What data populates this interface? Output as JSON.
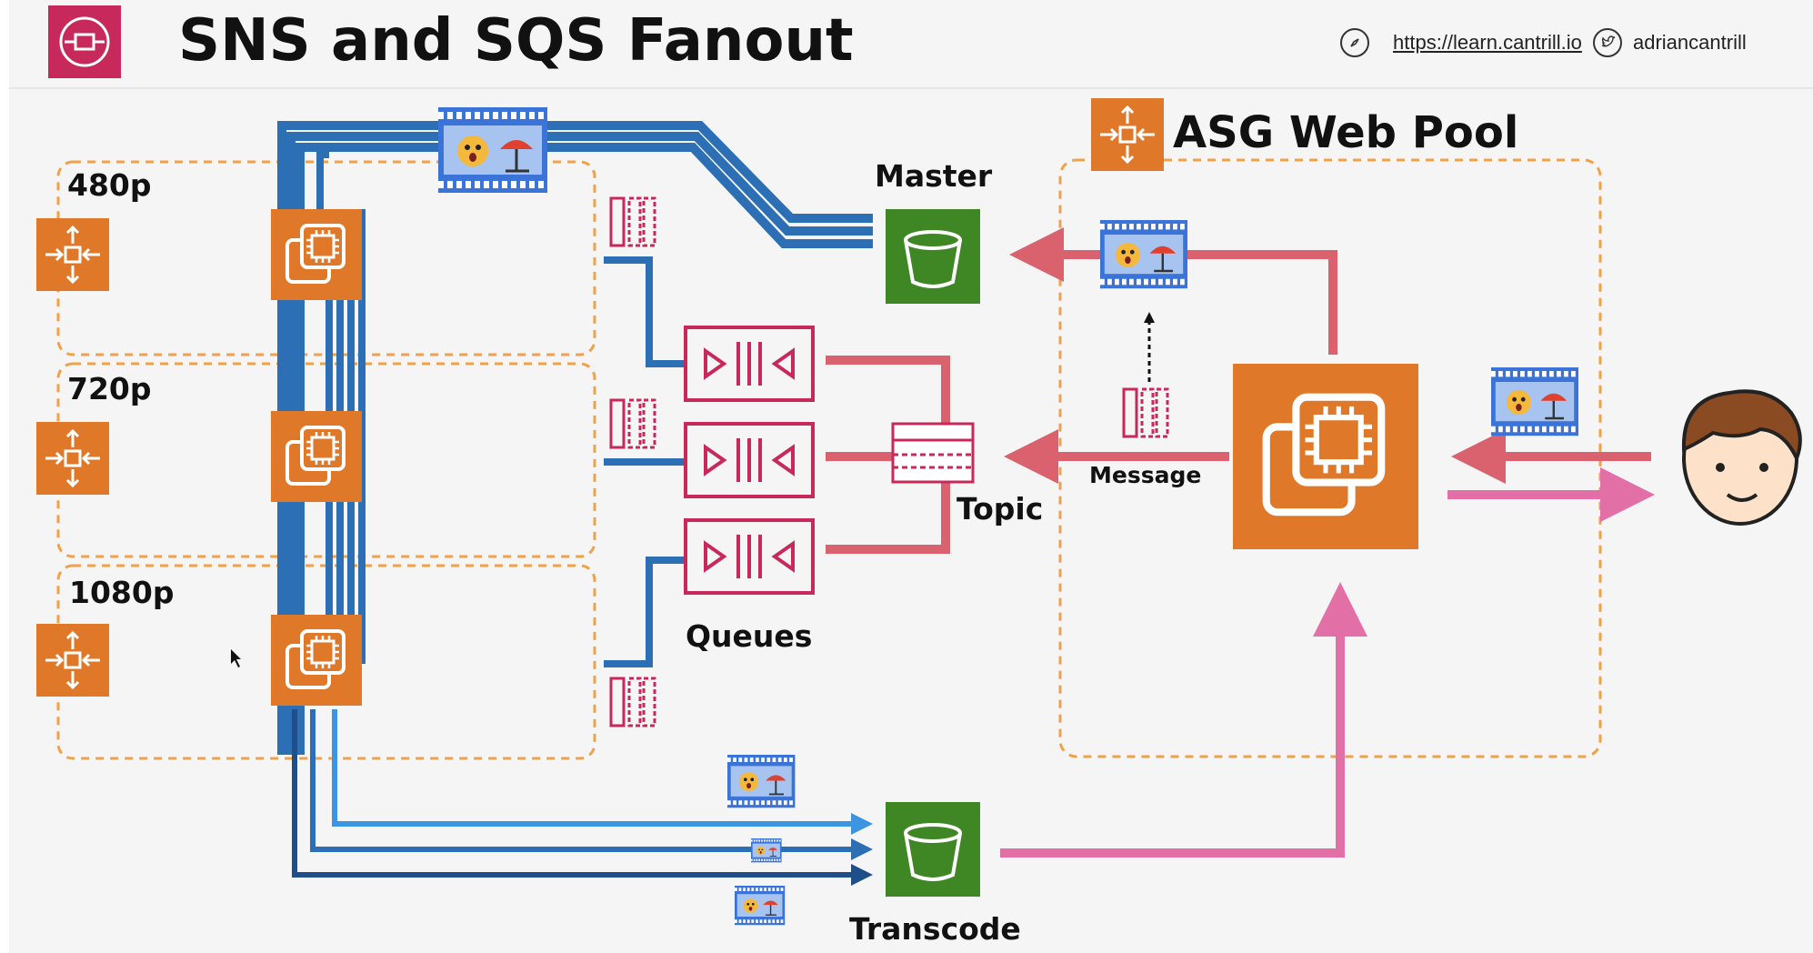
{
  "header": {
    "title": "SNS and SQS Fanout",
    "url": "https://learn.cantrill.io",
    "twitter": "adriancantrill",
    "compass_icon": "compass-icon",
    "twitter_icon": "twitter-icon",
    "sns_icon": "sns-icon"
  },
  "labels": {
    "asg_web_pool": "ASG Web Pool",
    "master": "Master",
    "topic": "Topic",
    "message": "Message",
    "queues": "Queues",
    "transcode": "Transcode",
    "tier_480": "480p",
    "tier_720": "720p",
    "tier_1080": "1080p"
  },
  "colors": {
    "orange": "#e0782a",
    "green": "#3f8624",
    "sqs_pink": "#c7295b",
    "red_flow": "#d9626e",
    "pink_flow": "#e26fa6",
    "blue": "#2d6fb5",
    "light_blue": "#3b95e0",
    "dark_blue": "#1f4f8a"
  }
}
